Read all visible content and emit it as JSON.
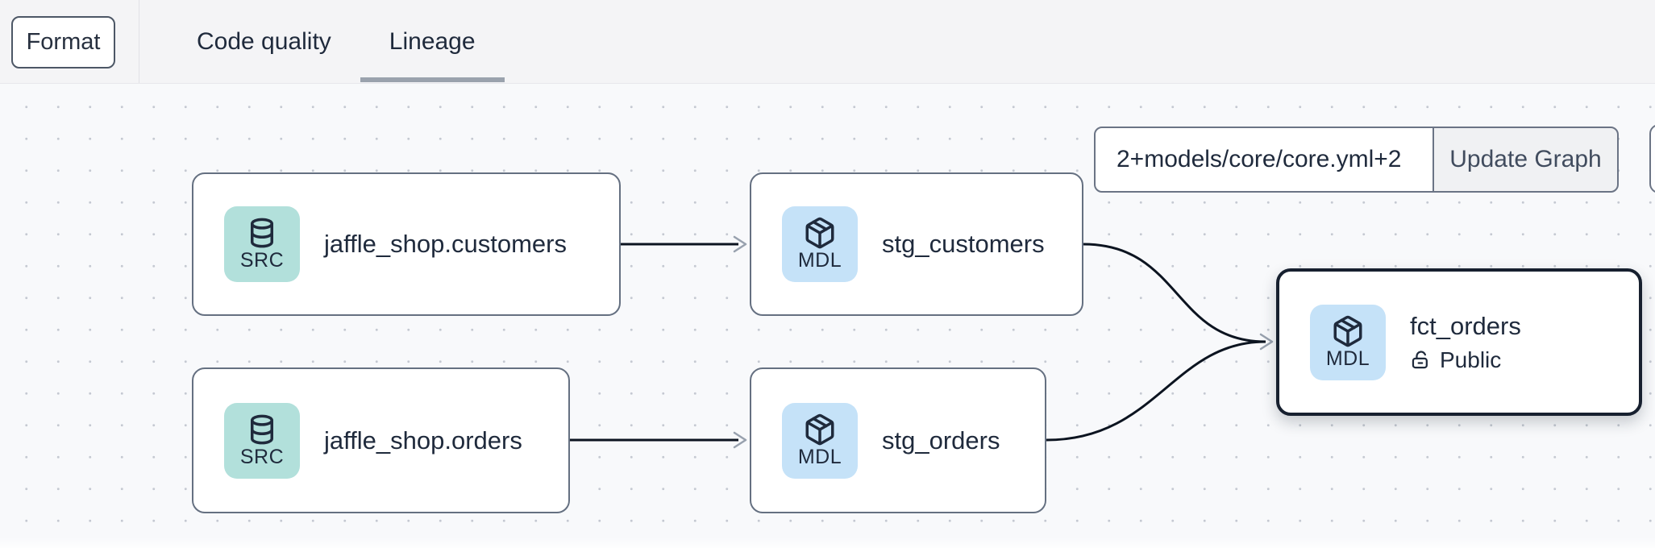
{
  "toolbar": {
    "format_label": "Format",
    "tabs": [
      {
        "label": "Code quality",
        "active": false
      },
      {
        "label": "Lineage",
        "active": true
      }
    ]
  },
  "graph_controls": {
    "selector_value": "2+models/core/core.yml+2",
    "update_button_label": "Update Graph"
  },
  "graph": {
    "nodes": [
      {
        "id": "source-jaffle-shop-customers",
        "type": "source",
        "badge": "SRC",
        "badge_icon": "database-icon",
        "label": "jaffle_shop.customers",
        "selected": false
      },
      {
        "id": "model-stg-customers",
        "type": "model",
        "badge": "MDL",
        "badge_icon": "cube-icon",
        "label": "stg_customers",
        "selected": false
      },
      {
        "id": "source-jaffle-shop-orders",
        "type": "source",
        "badge": "SRC",
        "badge_icon": "database-icon",
        "label": "jaffle_shop.orders",
        "selected": false
      },
      {
        "id": "model-stg-orders",
        "type": "model",
        "badge": "MDL",
        "badge_icon": "cube-icon",
        "label": "stg_orders",
        "selected": false
      },
      {
        "id": "model-fct-orders",
        "type": "model",
        "badge": "MDL",
        "badge_icon": "cube-icon",
        "label": "fct_orders",
        "access": "Public",
        "access_icon": "unlock-icon",
        "selected": true
      }
    ],
    "edges": [
      {
        "from": "jaffle_shop.customers",
        "to": "stg_customers"
      },
      {
        "from": "jaffle_shop.orders",
        "to": "stg_orders"
      },
      {
        "from": "stg_customers",
        "to": "fct_orders"
      },
      {
        "from": "stg_orders",
        "to": "fct_orders"
      }
    ]
  },
  "colors": {
    "topbar_bg": "#f4f4f6",
    "canvas_bg": "#f8f9fb",
    "dot_grid": "#c5c9d2",
    "node_border": "#657081",
    "selected_node_border": "#17202f",
    "source_badge_bg": "#b2e0db",
    "model_badge_bg": "#c5e2f8",
    "text_dark": "#1f2a3c",
    "edge_stroke": "#0c1420",
    "arrowhead": "#98a1ae",
    "tab_underline": "#9aa2ad",
    "update_button_bg": "#f0f1f3"
  }
}
